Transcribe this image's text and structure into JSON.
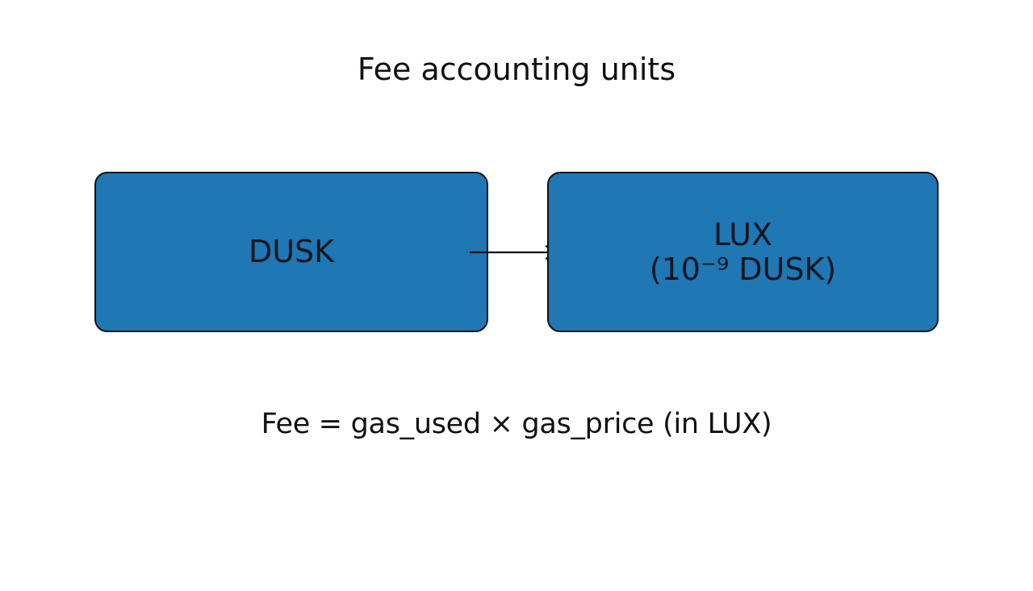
{
  "title": "Fee accounting units",
  "nodes": {
    "dusk": {
      "label": "DUSK"
    },
    "lux": {
      "line1": "LUX",
      "line2": "(10⁻⁹ DUSK)"
    }
  },
  "edge": {
    "from": "DUSK",
    "to": "LUX",
    "direction": "right"
  },
  "formula": "Fee = gas_used × gas_price (in LUX)",
  "colors": {
    "bg": "#ffffff",
    "node-fill": "#1f77b4",
    "node-border": "#0d1117",
    "node-text": "#0d1520",
    "text": "#111111"
  }
}
